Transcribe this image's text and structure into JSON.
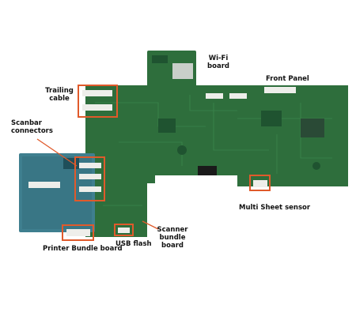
{
  "colors": {
    "pcb": "#2e6e3c",
    "pcb_dark": "#1f5330",
    "pcb_light": "#3f8c50",
    "pcb_blue": "#3f7f8f",
    "highlight": "#e05a2b",
    "connector_white": "#eeeeea",
    "chip_black": "#1a1a1a",
    "wifi_module": "#c9cfc9"
  },
  "labels": {
    "wifi": "Wi-Fi\nboard",
    "front_panel": "Front Panel",
    "trailing_cable": "Trailing\ncable",
    "scanbar": "Scanbar\nconnectors",
    "multi_sheet": "Multi Sheet sensor",
    "scanner_bundle": "Scanner\nbundle\nboard",
    "usb_flash": "USB flash",
    "printer_bundle": "Printer Bundle board"
  }
}
